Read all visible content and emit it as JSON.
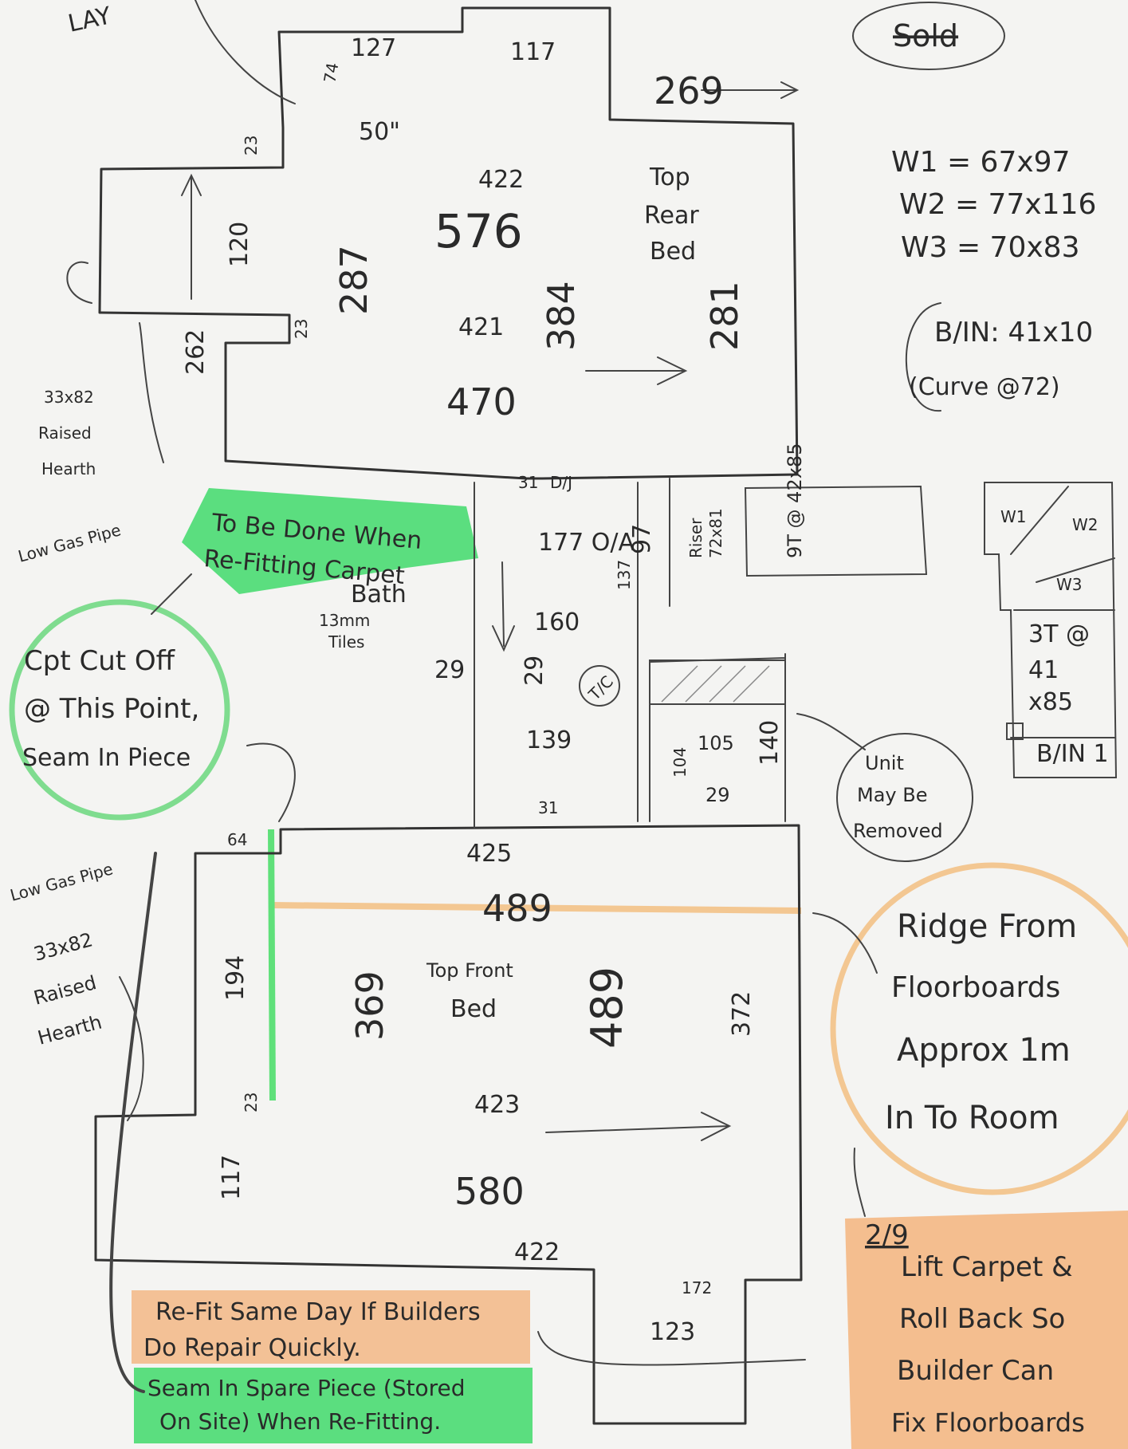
{
  "colors": {
    "pencil": "#333333",
    "green": "#3fd96b",
    "orange": "#f3b47e",
    "paper": "#f4f4f2"
  },
  "corner_label": "LAY",
  "sold_label": "Sold",
  "windows": {
    "w1": "W1 = 67x97",
    "w2": "W2 = 77x116",
    "w3": "W3 = 70x83"
  },
  "bin_note": {
    "line1": "B/IN: 41x10",
    "line2": "(Curve @72)"
  },
  "top_room": {
    "label1": "Top",
    "label2": "Rear",
    "label3": "Bed",
    "dims": [
      "127",
      "117",
      "269",
      "74",
      "50\"",
      "23",
      "422",
      "576",
      "120",
      "287",
      "421",
      "384",
      "281",
      "23",
      "262",
      "470"
    ]
  },
  "heater_note_top": {
    "line1": "33x82",
    "line2": "Raised",
    "line3": "Hearth"
  },
  "low_gas_pipe_top": "Low Gas Pipe",
  "green_note_top": {
    "line1": "To Be Done When",
    "line2": "Re-Fitting Carpet"
  },
  "bath": {
    "label": "Bath",
    "sub1": "13mm",
    "sub2": "Tiles"
  },
  "landing": {
    "dims": [
      "31",
      "D/J",
      "177 O/A",
      "97",
      "137",
      "160",
      "29",
      "29",
      "139",
      "31",
      "425"
    ],
    "riser": "Riser",
    "riser_size": "72x81",
    "tc": "T/C",
    "step_block": "9T @ 42x85"
  },
  "cupboard": {
    "dims": [
      "104",
      "105",
      "140",
      "29"
    ]
  },
  "unit_note": {
    "line1": "Unit",
    "line2": "May Be",
    "line3": "Removed"
  },
  "stair_sketch": {
    "w1": "W1",
    "w2": "W2",
    "w3": "W3",
    "steps_line1": "3T @",
    "steps_line2": "41",
    "steps_line3": "x85",
    "bin": "B/IN 1"
  },
  "cut_note": {
    "line1": "Cpt Cut Off",
    "line2": "@ This Point,",
    "line3": "Seam In Piece"
  },
  "low_gas_pipe_bottom": "Low Gas Pipe",
  "heater_note_bottom": {
    "line1": "33x82",
    "line2": "Raised",
    "line3": "Hearth"
  },
  "front_room": {
    "label1": "Top Front",
    "label2": "Bed",
    "dims": [
      "64",
      "489",
      "194",
      "369",
      "489",
      "372",
      "23",
      "423",
      "117",
      "580",
      "422",
      "172",
      "123"
    ]
  },
  "ridge_note": {
    "line1": "Ridge From",
    "line2": "Floorboards",
    "line3": "Approx 1m",
    "line4": "In To Room"
  },
  "lift_note": {
    "date": "2/9",
    "line1": "Lift Carpet &",
    "line2": "Roll Back So",
    "line3": "Builder Can",
    "line4": "Fix Floorboards"
  },
  "orange_note_bottom": {
    "line1": "Re-Fit Same Day If Builders",
    "line2": "Do Repair Quickly."
  },
  "green_note_bottom": {
    "line1": "Seam In Spare Piece (Stored",
    "line2": "On Site) When Re-Fitting."
  }
}
